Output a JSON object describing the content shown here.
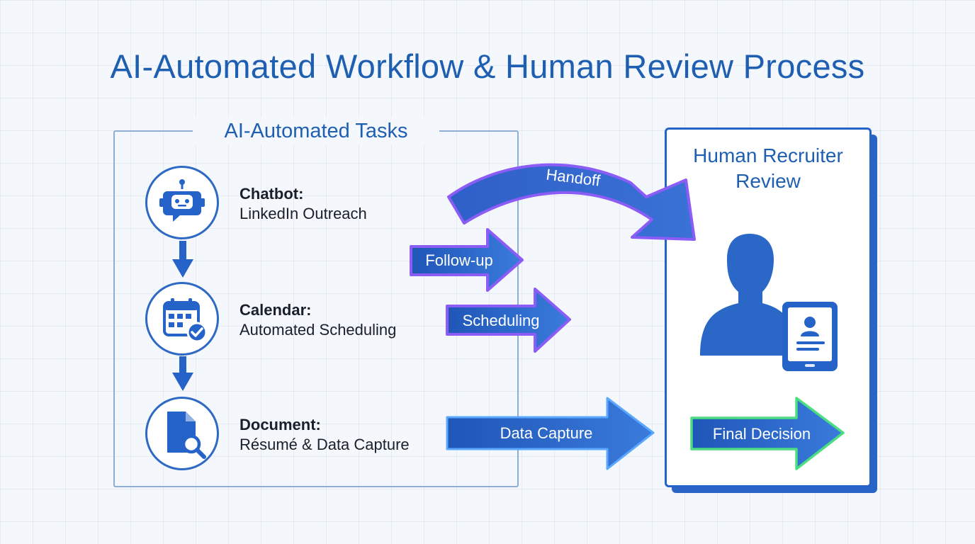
{
  "title": "AI-Automated Workflow & Human Review Process",
  "ai_section": {
    "title": "AI-Automated Tasks",
    "tasks": [
      {
        "title": "Chatbot:",
        "description": "LinkedIn Outreach",
        "icon": "chatbot-icon"
      },
      {
        "title": "Calendar:",
        "description": "Automated Scheduling",
        "icon": "calendar-check-icon"
      },
      {
        "title": "Document:",
        "description": "Résumé & Data Capture",
        "icon": "document-search-icon"
      }
    ]
  },
  "human_section": {
    "title_line1": "Human Recruiter",
    "title_line2": "Review",
    "icon": "recruiter-with-profile-tablet-icon"
  },
  "flows": {
    "handoff": "Handoff",
    "follow_up": "Follow-up",
    "scheduling": "Scheduling",
    "data_capture": "Data Capture",
    "final_decision": "Final Decision"
  },
  "colors": {
    "primary_blue": "#2563c9",
    "title_blue": "#1f5fb2",
    "purple_outline": "#8b5cf6",
    "green_outline": "#4ade80"
  }
}
